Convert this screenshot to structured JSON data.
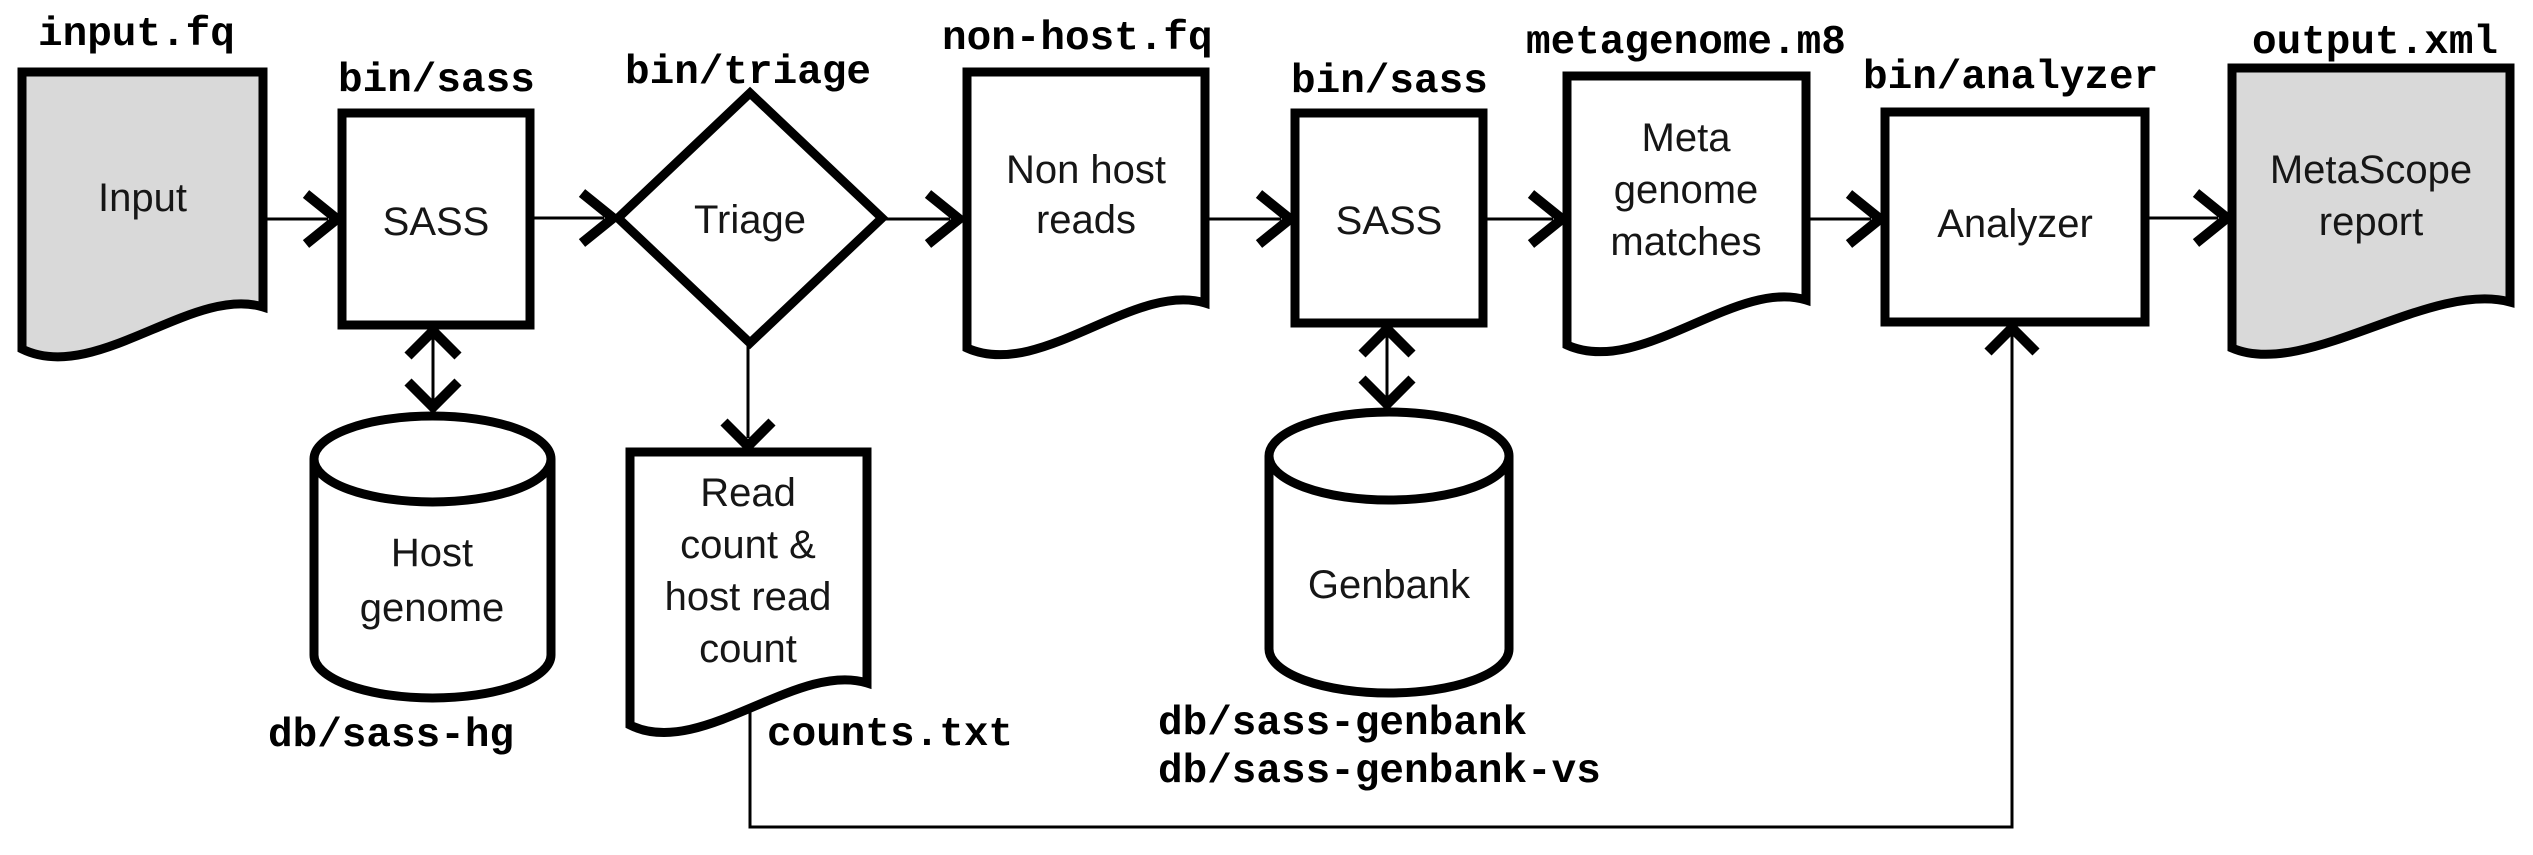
{
  "diagram_type": "pipeline-flowchart",
  "colors": {
    "stroke": "#000000",
    "document_gray_fill": "#d9d9d9",
    "node_white_fill": "#ffffff",
    "text": "#161616",
    "background": "#ffffff"
  },
  "nodes": {
    "input": {
      "label": "Input",
      "file": "input.fq",
      "shape": "document"
    },
    "sass_host": {
      "label": "SASS",
      "binary": "bin/sass",
      "shape": "process"
    },
    "triage": {
      "label": "Triage",
      "binary": "bin/triage",
      "shape": "decision"
    },
    "host_genome": {
      "lines": [
        "Host",
        "genome"
      ],
      "database": "db/sass-hg",
      "shape": "database"
    },
    "counts": {
      "lines": [
        "Read",
        "count &",
        "host read",
        "count"
      ],
      "file": "counts.txt",
      "shape": "document"
    },
    "non_host": {
      "lines": [
        "Non host",
        "reads"
      ],
      "file": "non-host.fq",
      "shape": "document"
    },
    "sass_meta": {
      "label": "SASS",
      "binary": "bin/sass",
      "shape": "process"
    },
    "genbank": {
      "label": "Genbank",
      "databases": [
        "db/sass-genbank",
        "db/sass-genbank-vs"
      ],
      "shape": "database"
    },
    "meta_matches": {
      "lines": [
        "Meta",
        "genome",
        "matches"
      ],
      "file": "metagenome.m8",
      "shape": "document"
    },
    "analyzer": {
      "label": "Analyzer",
      "binary": "bin/analyzer",
      "shape": "process"
    },
    "report": {
      "lines": [
        "MetaScope",
        "report"
      ],
      "file": "output.xml",
      "shape": "document"
    }
  },
  "edges": [
    {
      "from": "input",
      "to": "sass_host",
      "bidirectional": false
    },
    {
      "from": "sass_host",
      "to": "triage",
      "bidirectional": false
    },
    {
      "from": "sass_host",
      "to": "host_genome",
      "bidirectional": true
    },
    {
      "from": "triage",
      "to": "counts",
      "bidirectional": false
    },
    {
      "from": "triage",
      "to": "non_host",
      "bidirectional": false
    },
    {
      "from": "non_host",
      "to": "sass_meta",
      "bidirectional": false
    },
    {
      "from": "sass_meta",
      "to": "genbank",
      "bidirectional": true
    },
    {
      "from": "sass_meta",
      "to": "meta_matches",
      "bidirectional": false
    },
    {
      "from": "meta_matches",
      "to": "analyzer",
      "bidirectional": false
    },
    {
      "from": "counts",
      "to": "analyzer",
      "bidirectional": false
    },
    {
      "from": "analyzer",
      "to": "report",
      "bidirectional": false
    }
  ]
}
